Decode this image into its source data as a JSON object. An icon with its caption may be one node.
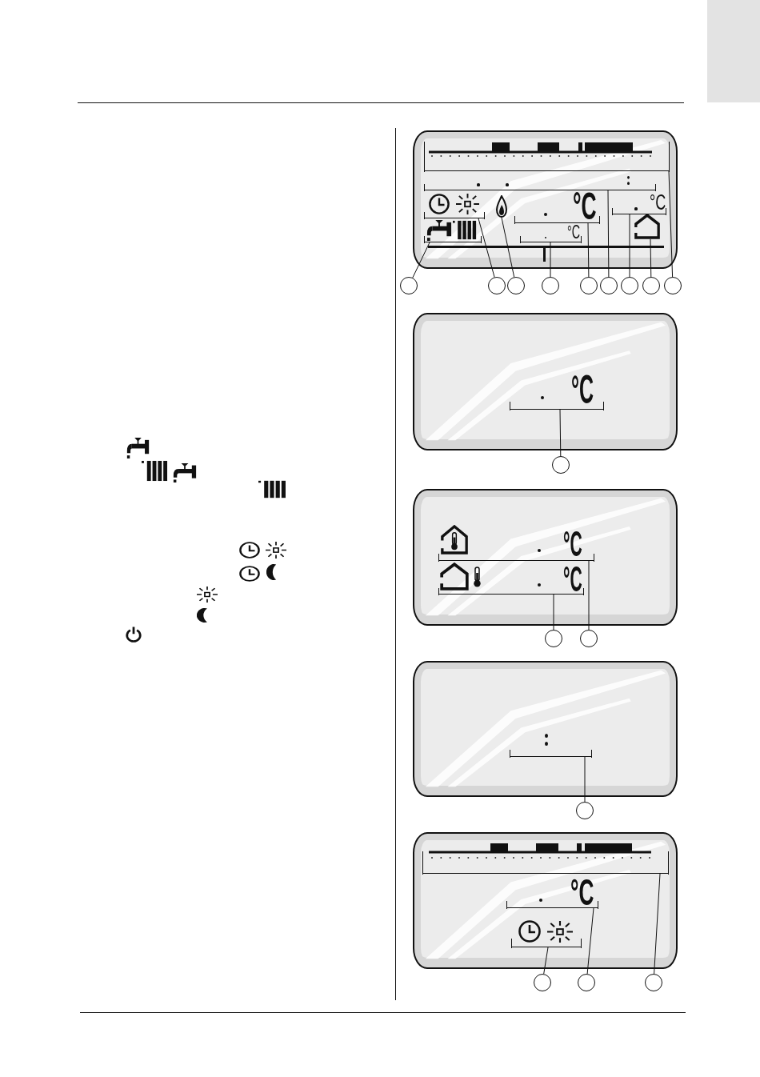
{
  "diagram": {
    "nodes": [
      {
        "text": [],
        "shape": "box"
      },
      {
        "text": [],
        "shape": "picture",
        "in": 0
      },
      {
        "text": [],
        "shape": "box",
        "in": 0
      },
      {
        "text": [],
        "shape": "picture",
        "in": 0
      },
      {
        "text": [],
        "shape": "picture",
        "in": 0
      },
      {
        "text": [
          "°C"
        ],
        "in": 0
      },
      {
        "text": [
          "°C"
        ],
        "in": 0
      },
      {
        "text": [],
        "shape": "picture",
        "in": 0
      },
      {
        "text": [],
        "shape": "picture",
        "in": 0
      },
      {
        "text": [
          "°C"
        ],
        "in": 0
      },
      {
        "text": [],
        "shape": "circle"
      },
      {
        "text": [],
        "shape": "circle"
      },
      {
        "text": [],
        "shape": "circle"
      },
      {
        "text": [],
        "shape": "circle"
      },
      {
        "text": [],
        "shape": "circle"
      },
      {
        "text": [],
        "shape": "circle"
      },
      {
        "text": [],
        "shape": "circle"
      },
      {
        "text": [],
        "shape": "circle"
      },
      {
        "text": [],
        "shape": "circle"
      },
      {
        "text": [],
        "shape": "box"
      },
      {
        "text": [
          "°C"
        ],
        "in": 19
      },
      {
        "text": [],
        "shape": "circle"
      },
      {
        "text": [],
        "shape": "box"
      },
      {
        "text": [
          "°C"
        ],
        "in": 22
      },
      {
        "text": [
          "°C"
        ],
        "in": 22
      },
      {
        "text": [],
        "shape": "circle"
      },
      {
        "text": [],
        "shape": "circle"
      },
      {
        "text": [],
        "shape": "box"
      },
      {
        "text": [],
        "shape": "box",
        "in": 27
      },
      {
        "text": [],
        "shape": "circle"
      },
      {
        "text": [],
        "shape": "box"
      },
      {
        "text": [],
        "shape": "picture",
        "in": 30
      },
      {
        "text": [
          "°C"
        ],
        "in": 30
      },
      {
        "text": [],
        "shape": "picture",
        "in": 30
      },
      {
        "text": [],
        "shape": "circle"
      },
      {
        "text": [],
        "shape": "circle"
      },
      {
        "text": [],
        "shape": "circle"
      }
    ],
    "edges": [
      {
        "from": 10,
        "to": 8,
        "arrow": "none"
      },
      {
        "from": 11,
        "to": 3,
        "arrow": "none"
      },
      {
        "from": 12,
        "to": 4,
        "arrow": "none"
      },
      {
        "from": 13,
        "to": 9,
        "arrow": "none"
      },
      {
        "from": 14,
        "to": 5,
        "arrow": "none"
      },
      {
        "from": 15,
        "to": 2,
        "arrow": "none"
      },
      {
        "from": 16,
        "to": 6,
        "arrow": "none"
      },
      {
        "from": 17,
        "to": 7,
        "arrow": "none"
      },
      {
        "from": 18,
        "to": 1,
        "arrow": "none"
      },
      {
        "from": 21,
        "to": 20,
        "arrow": "none"
      },
      {
        "from": 25,
        "to": 24,
        "arrow": "none"
      },
      {
        "from": 26,
        "to": 23,
        "arrow": "none"
      },
      {
        "from": 29,
        "to": 28,
        "arrow": "none"
      },
      {
        "from": 34,
        "to": 33,
        "arrow": "none"
      },
      {
        "from": 35,
        "to": 32,
        "arrow": "none"
      },
      {
        "from": 36,
        "to": 31,
        "arrow": "none"
      }
    ]
  }
}
